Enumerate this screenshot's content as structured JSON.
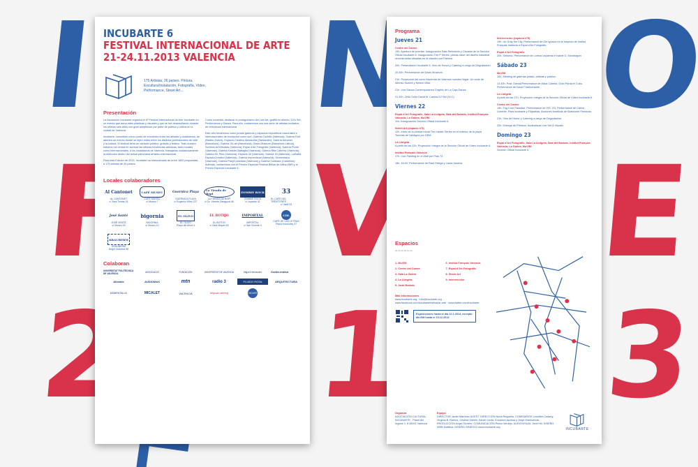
{
  "background": {
    "letters_top": [
      "I",
      "N",
      "O"
    ],
    "letters_mid": [
      "F",
      "V",
      "E"
    ],
    "letters_bottom": [
      "2",
      "1",
      "3"
    ],
    "colors": {
      "blue": "#2d5fa6",
      "red": "#d8334a"
    }
  },
  "poster1": {
    "title_l1": "INCUBARTE 6",
    "title_l2": "FESTIVAL INTERNACIONAL DE ARTE",
    "title_l3": "21-24.11.2013 VALENCIA",
    "stats": "175 Artistas, 26 países. Pintura, Escultura/Instalación, Fotografía, Vídeo, Performance, Street Art...",
    "presentacion_title": "Presentación",
    "presentacion_p1": "La Asociación Incubarte organiza el 6º Festival Internacional de Arte Incubarte en un evento que aúna artes plásticas y visuales y que se fue desarrollando durante los últimos seis años con gran aceptación por parte de público y crítica en la ciudad de Valencia.",
    "presentacion_p2": "Incubarte, concebido como punto de encuentro entre los artistas y ciudadanos, se adentra un evento donde se tejen redes entre los distintos profesionales del arte y la cultura. El festival tiene un carácter público, gratuito y festivo. Todo nuestro esfuerzo se centra en acercar las últimas tendencias artísticas, tanto locales como internacionales, a los ciudadanos de Valencia, trabajando cuidadosamente la selección dentro del actual panorama artístico internacional.",
    "presentacion_p3": "Para esta Edición de 2013, Incubarte ha seleccionado de entre 1800 propuestas, a 175 artistas de 26 países.",
    "presentacion_p4": "Como novedad, destacar el protagonismo del Live Art, graffiti en directo, DJ's Set, Performance y Danza. Para ello, contaremos con una serie de artistas invitados de relevancia internacional.",
    "presentacion_p5": "Este año tendremos como jurado galerías y espacios expositivos nacionales e internacionales de excepción como son: Galería Cuchillo (Valencia), Galería Dolt (Baden-Zurich), Espacio Creativo Alexandra (Santander), Galería Artnobel (Barcelona), Galería Ob-art (Barcelona), Davis Museum (Barcelona-Lisboa), Screens ArtVirtuales (Valencia), Espai d'Art Fotogràfic (Valencia), Galería Punto (Valencia), Galería Kessler-Battaglia (Valencia), Galería Rita Cabrera (Valencia), Galería Mr. Pink (Valencia), Espacio 40 (Valencia), Galería 33 (Valencia), LaSalita EspacioCreativo (Valencia), Galería Imprevisual (Valencia), Momentalux (Valencia), Galería PazyComedias (Valencia) y Galería Collblanc (Castellón). Además, contaremos con el Premio Especial Festival Bellas de Altea-UMH y el Premio Especial Incubarte 6.",
    "locales_title": "Locales colaboradores",
    "locales": [
      {
        "logo": "Al Cantonet",
        "name": "AL CANTONET",
        "addr": "c/ Sant Tomàs 31"
      },
      {
        "logo": "CAFÉ MUSEU",
        "name": "CAFÉ MUSEU",
        "addr": "c/ Museu 7"
      },
      {
        "logo": "Guernica Playa",
        "name": "GUERNICA PLAYA",
        "addr": "c/ Eugenia Viñes 227"
      },
      {
        "logo": "La Tienda de Bopi",
        "name": "LA TIENDA DE BOPI",
        "addr": "c/ Dr. Vicente Zaragozá 46"
      },
      {
        "logo": "ZOMBIE ROCK",
        "name": "ZOMBIE ROCK",
        "addr": "c/ Lepanto 42"
      },
      {
        "logo": "33",
        "name": "EL CAFÉ DEL TRENTITRÉS",
        "addr": "c/ Valdi 33"
      },
      {
        "logo": "José Santé",
        "name": "JOSÉ SENTÉ",
        "addr": "c/ Museu 16"
      },
      {
        "logo": "bigornia",
        "name": "BIGORNIA",
        "addr": "c/ Museu 10"
      },
      {
        "logo": "EL OLIVO",
        "name": "EL OLIVO",
        "addr": "Plaça del Arbol 4"
      },
      {
        "logo": "EL BOTIJO",
        "name": "EL BOTIJO",
        "addr": "c/ Sant Miquel 45"
      },
      {
        "logo": "IMPORTAL",
        "name": "IMPORTAL",
        "addr": "c/ San Vicente 3"
      },
      {
        "logo": "CDL",
        "name": "CAFÉ DE LAS LETRAS",
        "addr": "Plaza Horosoley 37"
      },
      {
        "logo": "KRAUBERM",
        "name": "KRAUBERM",
        "addr": "Ángel Guimerà 58"
      }
    ],
    "colaboran_title": "Colaboran",
    "colaboran": [
      "UNIVERSITAT POLITÈCNICA DE VALÈNCIA",
      "ASSOCIACIÓ",
      "FUNDACIÓN",
      "UNIVERSITAT DE VALÈNCIA",
      "Miguel Hernández",
      "Goethe-Institut",
      "Alicante",
      "AUDIOMAX",
      "mtn",
      "radio 3",
      "FLUIDO ROSA",
      "ARQUITECTURA",
      "MOMENTALUX",
      "MICALET",
      "VALENCIA",
      "degusta catering",
      "XICAFE"
    ]
  },
  "poster2": {
    "programa_title": "Programa",
    "jueves": "Jueves 21",
    "jueves_items": [
      {
        "place": "Centre del Carme",
        "text": "19h. Apertura de puertas. Inauguración Sala Refectorio y Claustro de la Sección Oficial Incubarte 6. Inauguración The P Series, piezas clave del diseño industrial reconstruidas situadas en el claustro por Fábrica."
      },
      {
        "place": "",
        "text": "20h. Presentación Incubarte 6. Vino de Honor y Catering a cargo de Degustación."
      },
      {
        "place": "",
        "text": "20.30h. Performance del Davis Museum."
      },
      {
        "place": "",
        "text": "21h. Proyección del corto Hacienda de Valencia nuestra Hogar. Un corto de Alfonso Suarez y Nestor Villar."
      },
      {
        "place": "",
        "text": "21h. Live Danza Contemporánea Graphic de La Caja Danza."
      },
      {
        "place": "",
        "text": "21.30h. Zeito Soho David M. Cantos DJ Set (VLC)"
      }
    ],
    "viernes": "Viernes 22",
    "viernes_items": [
      {
        "place": "Espai d'Art Fotogràfic, Sala La Llotgeta, Sala del Botànic, Institut Français Valencia, La Galera, MuVIM.",
        "text": "11h. Inauguración Sección Oficial Incubarte 6."
      },
      {
        "place": "Street Art (espacio nº8)",
        "text": "12h. Inicio de la pintura mural The Insider Series en el exterior de la plaza Torretas de Valldigna por DEM."
      },
      {
        "place": "La Llotgeta",
        "text": "A partir de las 12h. Proyección íntegra de la Sección Oficial de Vídeo Incubarte 6."
      },
      {
        "place": "Institut Français Valencia",
        "text": "17h. Live Painting en el Wall por Pías 72."
      },
      {
        "place": "",
        "text": "18h. 18:00. Performance de Raúl Ortega y Laura Vaciera."
      }
    ],
    "right_items": [
      {
        "place": "Intervención (espacio nº9)",
        "text": "19h. Un Gray the City. Performance de Ola Ignacio en el trayecto de Institut Français Valencia a Espai d'Art Fotogràfic."
      },
      {
        "place": "Espai d'Art Fotogràfic",
        "text": "20h. Sintoma. Performance de Lorena Izquierdo e Isabel G. Mondragón"
      }
    ],
    "sabado": "Sábado 23",
    "sabado_items": [
      {
        "place": "MuVIM",
        "text": "10h. Meeting de galerías jurado, artistas y público."
      },
      {
        "place": "",
        "text": "13.30h. Post. Danza/Performance de Alicia Cobella. Goto Parda el Cubo. Performance de David Trashumante."
      },
      {
        "place": "La Llotgeta",
        "text": "A partir de las 17h. Proyección íntegra de la Sección Oficial de Vídeo Incubarte 6."
      },
      {
        "place": "Centre del Carme",
        "text": "19h. Fog Core Paradise. Performance de VIS. 2/3. Performance de Carlos Llorente. Para Incubarte y Filigrafías. Acciones fonéticas de Bartolomé Ferrando."
      },
      {
        "place": "",
        "text": "21h. Vino de Honor y Catering a cargo de Degustación."
      },
      {
        "place": "",
        "text": "22h. Entrega de Premios. Audiovisual Live Set & Visuals"
      }
    ],
    "domingo": "Domingo 23",
    "domingo_items": [
      {
        "place": "Espai d'Art Fotogràfic, Sala La Llotgeta, Sala del Botànic, Institut Français Valencia, La Galera, MuVIM.",
        "text": "Sección Oficial Incubarte 6."
      }
    ],
    "espacios_title": "Espacios",
    "espacios_list": [
      "1. MuVIM",
      "2. Centre del Carme",
      "3. Sala La Galera",
      "4. La Llotgeta",
      "5. Jardí Botànic",
      "6. Institut Français Valencia",
      "7. Espai d'Art Fotogràfic",
      "8. Street Art",
      "9. Intervención"
    ],
    "mas_info_title": "Más Informaciones",
    "mas_info": "www.incubarte.org · info@incubarte.org",
    "social": "www.facebook.com/incubartefestivalde arte · www.twitter.com/incubarte",
    "expo_box": "Exposiciones hasta el día 12.1.2014, excepto MuVIM hasta el 15.12.2013",
    "organiza_title": "Organiza",
    "organiza": "ASOCIACIÓN CULTURAL INCUBARTE · Plaza del regidor 1, 8 46001 Valencia",
    "equipo_title": "Equipo",
    "equipo": "DIRECTOR Javier Martínez AGEST. DIRECCIÓN Nuria Regueiro. COMISARIOS Leonilles Casany, Virginia B. Ramos, Cristina Silvetti, Daniel Jordà, Encarna Lapresa y Jorge Marhuenda. PRODUCCIÓN Angel Tornero. COMUNICACIÓN Pedro Verdejo. AUDIOVISUAL Jordi Hill. DISEÑO WEB Notificia. DISEÑO GRÁFICO www.incubarte.org",
    "brand": "INCUBARTE"
  }
}
